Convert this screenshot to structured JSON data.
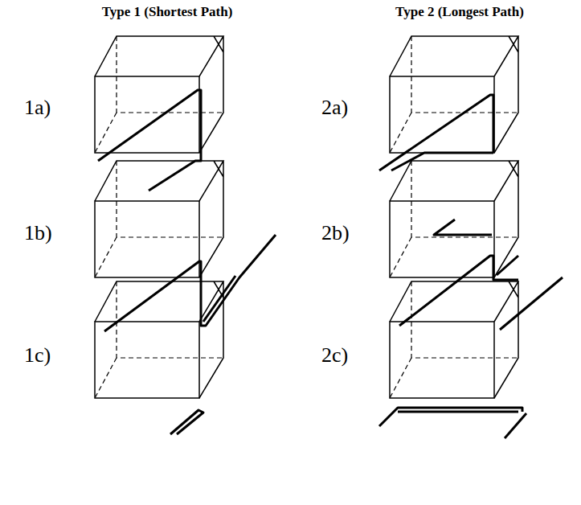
{
  "diagram": {
    "labels": [
      "Type 1 (Shortest Path)",
      "Type 2 (Longest Path)",
      "1a)",
      "2a)",
      "1b)",
      "2b)",
      "1c)",
      "2c)"
    ]
  }
}
